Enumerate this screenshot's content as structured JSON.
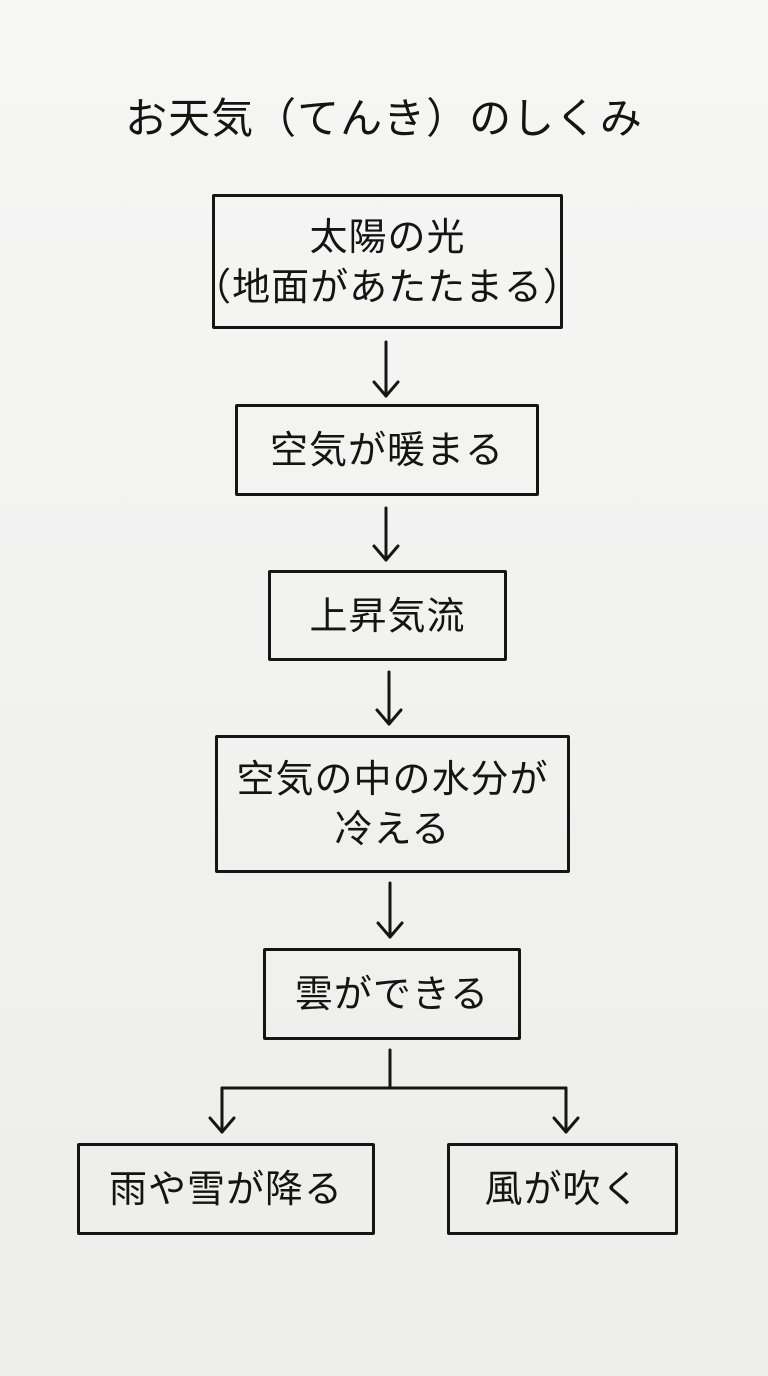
{
  "title": "お天気（てんき）のしくみ",
  "steps": {
    "sunlight": {
      "line1": "太陽の光",
      "line2": "（地面があたたまる）"
    },
    "air_warms": {
      "line1": "空気が暖まる"
    },
    "updraft": {
      "line1": "上昇気流"
    },
    "moisture_cools": {
      "line1": "空気の中の水分が",
      "line2": "冷える"
    },
    "clouds_form": {
      "line1": "雲ができる"
    }
  },
  "outcomes": {
    "rain_snow": {
      "line1": "雨や雪が降る"
    },
    "wind_blows": {
      "line1": "風が吹く"
    }
  }
}
